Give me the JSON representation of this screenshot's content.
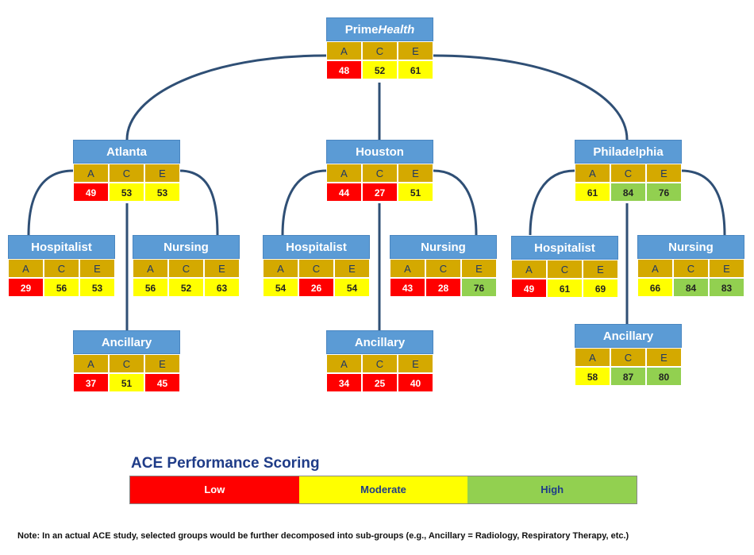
{
  "colors": {
    "low": "#ff0000",
    "moderate": "#ffff00",
    "high": "#92d050",
    "header_blue": "#5b9bd5",
    "cell_gold": "#d4a900",
    "connector": "#2f4f75"
  },
  "columns": [
    "A",
    "C",
    "E"
  ],
  "root": {
    "name_plain": "Prime",
    "name_italic": "Health",
    "scores": [
      48,
      52,
      61
    ],
    "levels": [
      "low",
      "mod",
      "mod"
    ]
  },
  "nodes": [
    {
      "id": "atlanta",
      "name": "Atlanta",
      "scores": [
        49,
        53,
        53
      ],
      "levels": [
        "low",
        "mod",
        "mod"
      ]
    },
    {
      "id": "houston",
      "name": "Houston",
      "scores": [
        44,
        27,
        51
      ],
      "levels": [
        "low",
        "low",
        "mod"
      ]
    },
    {
      "id": "philadelphia",
      "name": "Philadelphia",
      "scores": [
        61,
        84,
        76
      ],
      "levels": [
        "mod",
        "high",
        "high"
      ]
    },
    {
      "id": "atl-hospitalist",
      "name": "Hospitalist",
      "scores": [
        29,
        56,
        53
      ],
      "levels": [
        "low",
        "mod",
        "mod"
      ]
    },
    {
      "id": "atl-nursing",
      "name": "Nursing",
      "scores": [
        56,
        52,
        63
      ],
      "levels": [
        "mod",
        "mod",
        "mod"
      ]
    },
    {
      "id": "atl-ancillary",
      "name": "Ancillary",
      "scores": [
        37,
        51,
        45
      ],
      "levels": [
        "low",
        "mod",
        "low"
      ]
    },
    {
      "id": "hou-hospitalist",
      "name": "Hospitalist",
      "scores": [
        54,
        26,
        54
      ],
      "levels": [
        "mod",
        "low",
        "mod"
      ]
    },
    {
      "id": "hou-nursing",
      "name": "Nursing",
      "scores": [
        43,
        28,
        76
      ],
      "levels": [
        "low",
        "low",
        "high"
      ]
    },
    {
      "id": "hou-ancillary",
      "name": "Ancillary",
      "scores": [
        34,
        25,
        40
      ],
      "levels": [
        "low",
        "low",
        "low"
      ]
    },
    {
      "id": "phl-hospitalist",
      "name": "Hospitalist",
      "scores": [
        49,
        61,
        69
      ],
      "levels": [
        "low",
        "mod",
        "mod"
      ]
    },
    {
      "id": "phl-nursing",
      "name": "Nursing",
      "scores": [
        66,
        84,
        83
      ],
      "levels": [
        "mod",
        "high",
        "high"
      ]
    },
    {
      "id": "phl-ancillary",
      "name": "Ancillary",
      "scores": [
        58,
        87,
        80
      ],
      "levels": [
        "mod",
        "high",
        "high"
      ]
    }
  ],
  "legend": {
    "title": "ACE Performance Scoring",
    "low": "Low",
    "moderate": "Moderate",
    "high": "High"
  },
  "note": "Note:  In an actual ACE study, selected groups would be further decomposed into sub-groups (e.g., Ancillary = Radiology,  Respiratory Therapy, etc.)"
}
